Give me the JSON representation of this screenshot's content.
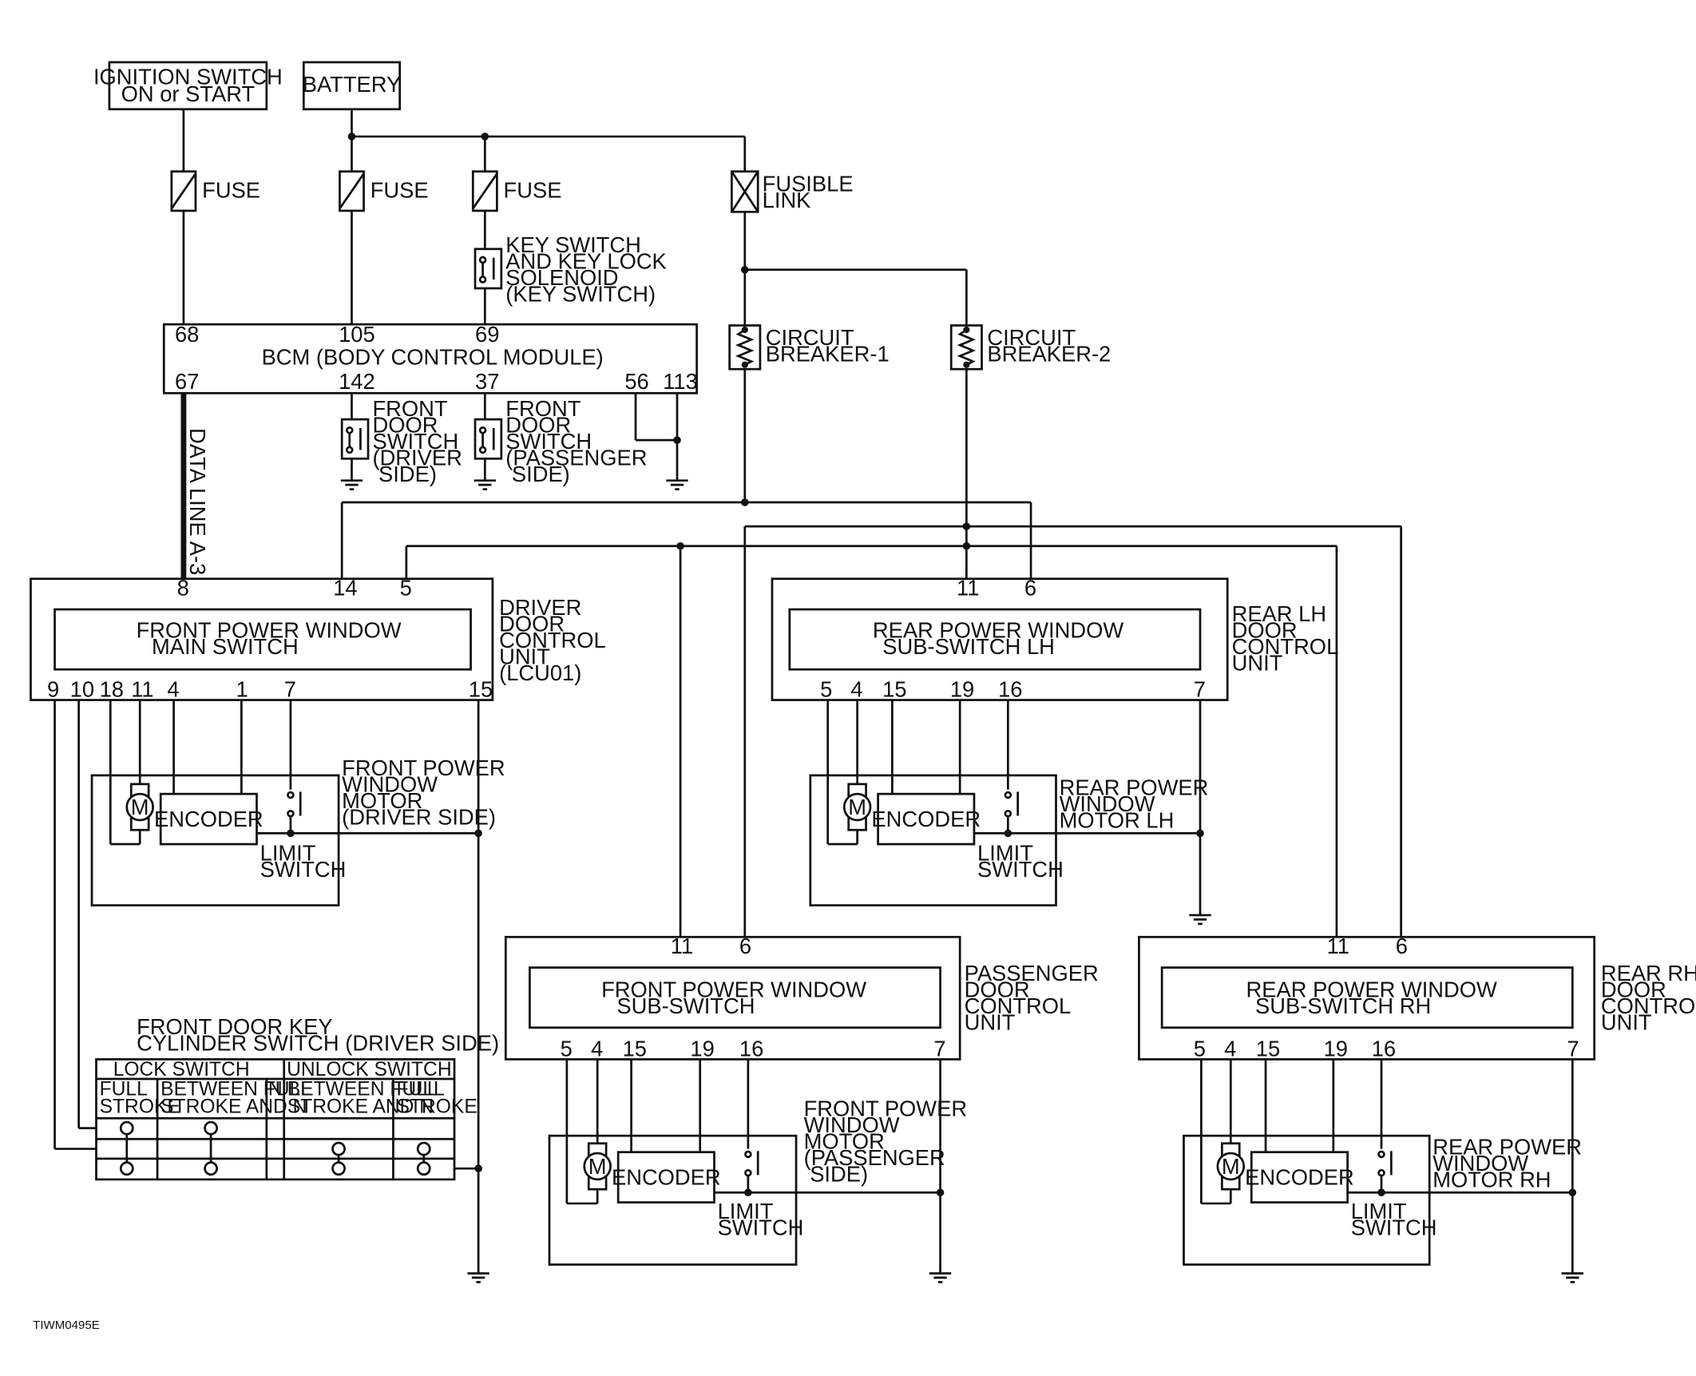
{
  "labels": {
    "ignition": [
      "IGNITION SWITCH",
      "ON or START"
    ],
    "battery": "BATTERY",
    "fuse": "FUSE",
    "fusible_link": [
      "FUSIBLE",
      "LINK"
    ],
    "key_switch": [
      "KEY SWITCH",
      "AND KEY LOCK",
      "SOLENOID",
      "(KEY SWITCH)"
    ],
    "bcm": "BCM (BODY CONTROL MODULE)",
    "circuit_breaker_1": [
      "CIRCUIT",
      "BREAKER-1"
    ],
    "circuit_breaker_2": [
      "CIRCUIT",
      "BREAKER-2"
    ],
    "front_door_switch_driver": [
      "FRONT",
      "DOOR",
      "SWITCH",
      "(DRIVER",
      " SIDE)"
    ],
    "front_door_switch_passenger": [
      "FRONT",
      "DOOR",
      "SWITCH",
      "(PASSENGER",
      " SIDE)"
    ],
    "data_line": "DATA LINE A-3",
    "driver_unit": [
      "DRIVER",
      "DOOR",
      "CONTROL",
      "UNIT",
      "(LCU01)"
    ],
    "main_switch": [
      "FRONT POWER WINDOW",
      "MAIN SWITCH"
    ],
    "rear_lh_unit": [
      "REAR LH",
      "DOOR",
      "CONTROL",
      "UNIT"
    ],
    "rear_lh_subswitch": [
      "REAR POWER WINDOW",
      "SUB-SWITCH LH"
    ],
    "passenger_unit": [
      "PASSENGER",
      "DOOR",
      "CONTROL",
      "UNIT"
    ],
    "passenger_subswitch": [
      "FRONT POWER WINDOW",
      "SUB-SWITCH"
    ],
    "rear_rh_unit": [
      "REAR RH",
      "DOOR",
      "CONTROL",
      "UNIT"
    ],
    "rear_rh_subswitch": [
      "REAR POWER WINDOW",
      "SUB-SWITCH RH"
    ],
    "motor_driver": [
      "FRONT POWER",
      "WINDOW",
      "MOTOR",
      "(DRIVER SIDE)"
    ],
    "motor_rear_lh": [
      "REAR POWER",
      "WINDOW",
      "MOTOR LH"
    ],
    "motor_passenger": [
      "FRONT POWER",
      "WINDOW",
      "MOTOR",
      "(PASSENGER",
      " SIDE)"
    ],
    "motor_rear_rh": [
      "REAR POWER",
      "WINDOW",
      "MOTOR RH"
    ],
    "encoder": "ENCODER",
    "motor_symbol": "M",
    "limit_switch": [
      "LIMIT",
      "SWITCH"
    ],
    "key_cylinder": [
      "FRONT DOOR KEY",
      "CYLINDER SWITCH (DRIVER SIDE)"
    ],
    "lock_switch": "LOCK SWITCH",
    "unlock_switch": "UNLOCK SWITCH",
    "full_stroke": [
      "FULL",
      "STROKE"
    ],
    "between_full": [
      "BETWEEN FULL",
      "STROKE AND N"
    ],
    "n": "N",
    "figure_id": "TIWM0495E"
  },
  "pins": {
    "bcm_top": [
      "68",
      "105",
      "69"
    ],
    "bcm_bottom": [
      "67",
      "142",
      "37",
      "56",
      "113"
    ],
    "driver_top": [
      "8",
      "14",
      "5"
    ],
    "driver_bottom": [
      "9",
      "10",
      "18",
      "11",
      "4",
      "1",
      "7",
      "15"
    ],
    "rear_lh_top": [
      "11",
      "6"
    ],
    "sub_bottom": [
      "5",
      "4",
      "15",
      "19",
      "16",
      "7"
    ],
    "sub_top": [
      "11",
      "6"
    ]
  }
}
